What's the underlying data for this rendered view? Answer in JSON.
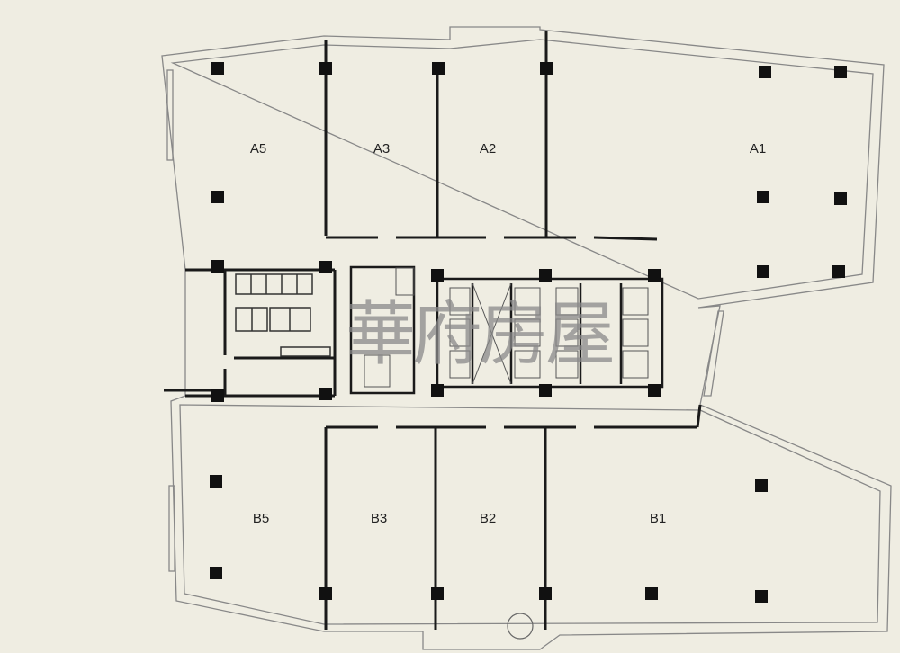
{
  "plan": {
    "units_north": [
      "A5",
      "A3",
      "A2",
      "A1"
    ],
    "units_south": [
      "B5",
      "B3",
      "B2",
      "B1"
    ],
    "watermark": "華府房屋"
  },
  "colors": {
    "background": "#efede2",
    "wall": "#1a1a1a",
    "thin_line": "#777777",
    "watermark": "#8a8a8a"
  }
}
